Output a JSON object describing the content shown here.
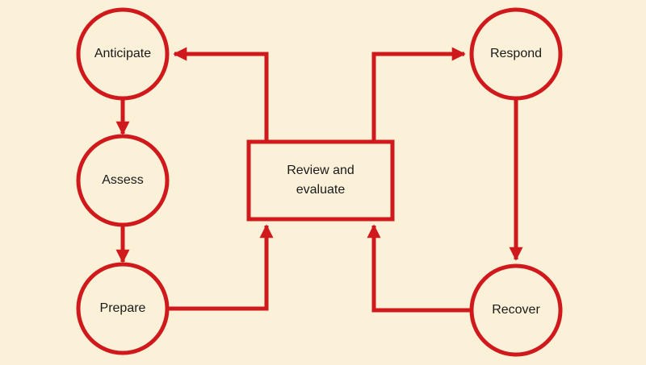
{
  "colors": {
    "background": "#faf1d8",
    "stroke": "#d0191d",
    "text": "#1a1a1a"
  },
  "nodes": {
    "anticipate": "Anticipate",
    "assess": "Assess",
    "prepare": "Prepare",
    "review_line1": "Review and",
    "review_line2": "evaluate",
    "respond": "Respond",
    "recover": "Recover"
  }
}
